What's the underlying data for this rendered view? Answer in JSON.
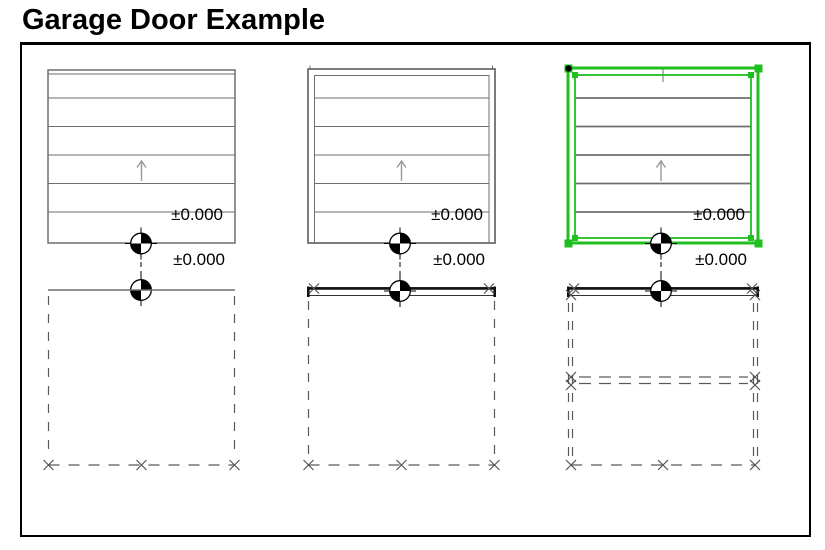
{
  "title": "Garage Door Example",
  "colors": {
    "selection": "#1fbf1f",
    "line": "#6e6e6e",
    "dash": "#5a5a5a",
    "arrow": "#999999",
    "annotation": "#000000"
  },
  "drawings": [
    {
      "id": "garage-door-variant-1",
      "style": "panels-only",
      "selected": false,
      "upper_level": "±0.000",
      "lower_level": "±0.000"
    },
    {
      "id": "garage-door-variant-2",
      "style": "panels-with-frame",
      "selected": false,
      "upper_level": "±0.000",
      "lower_level": "±0.000"
    },
    {
      "id": "garage-door-variant-3",
      "style": "panels-with-frame-open-position",
      "selected": true,
      "upper_level": "±0.000",
      "lower_level": "±0.000"
    }
  ]
}
